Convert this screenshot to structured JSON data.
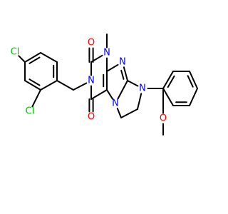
{
  "colors": {
    "bond": "#000000",
    "carbon": "#000000",
    "nitrogen": "#0000ff",
    "oxygen": "#ff0000",
    "chlorine": "#00c000",
    "background": "#ffffff"
  },
  "molecule": {
    "atoms": [
      {
        "id": "Cl1",
        "label": "Cl",
        "element": "chlorine",
        "name": "chlorine-atom-para"
      },
      {
        "id": "Cl2",
        "label": "Cl",
        "element": "chlorine",
        "name": "chlorine-atom-ortho"
      },
      {
        "id": "O1",
        "label": "O",
        "element": "oxygen",
        "name": "carbonyl-oxygen-top"
      },
      {
        "id": "O2",
        "label": "O",
        "element": "oxygen",
        "name": "carbonyl-oxygen-bottom"
      },
      {
        "id": "O3",
        "label": "O",
        "element": "oxygen",
        "name": "methoxy-oxygen"
      },
      {
        "id": "N1",
        "label": "N",
        "element": "nitrogen",
        "name": "nitrogen-atom-methyl"
      },
      {
        "id": "N3",
        "label": "N",
        "element": "nitrogen",
        "name": "nitrogen-atom-benzyl"
      },
      {
        "id": "N7",
        "label": "N",
        "element": "nitrogen",
        "name": "nitrogen-atom-imidazole"
      },
      {
        "id": "N9",
        "label": "N",
        "element": "nitrogen",
        "name": "nitrogen-atom-fused"
      },
      {
        "id": "N10",
        "label": "N",
        "element": "nitrogen",
        "name": "nitrogen-atom-aryl"
      }
    ]
  }
}
